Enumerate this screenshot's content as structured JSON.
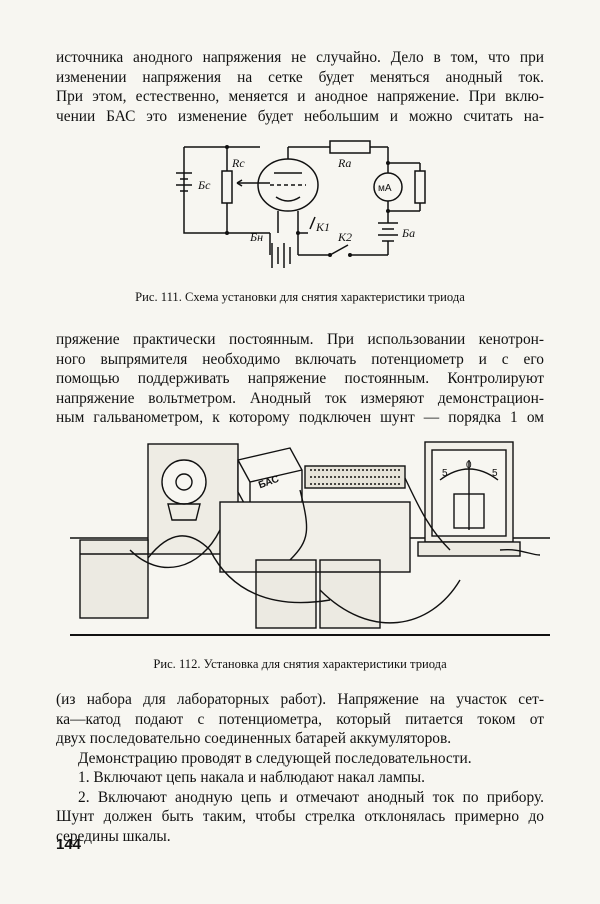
{
  "paragraph_top": [
    "источника анодного напряжения не случайно. Дело в том, что при",
    "изменении напряжения на сетке будет меняться анодный ток.",
    "При этом, естественно, меняется и анодное напряжение. При вклю-",
    "чении БАС это изменение будет небольшим и можно считать на-"
  ],
  "figure_111": {
    "labels": {
      "Bc": "Бс",
      "Rc": "Rс",
      "Ra": "Rа",
      "mA": "мА",
      "Ba": "Ба",
      "Bn": "Бн",
      "K1": "К1",
      "K2": "К2"
    },
    "caption": "Рис. 111. Схема установки для снятия характеристики триода"
  },
  "paragraph_middle": [
    "пряжение практически постоянным. При использовании кенотрон-",
    "ного выпрямителя необходимо включать потенциометр и с его",
    "помощью поддерживать напряжение постоянным. Контролируют",
    "напряжение вольтметром. Анодный ток измеряют демонстрацион-",
    "ным гальванометром, к которому подключен шунт — порядка 1 ом"
  ],
  "figure_112": {
    "labels": {
      "bas": "БАС",
      "scale_left": "5",
      "scale_mid": "0",
      "scale_right": "5"
    },
    "caption": "Рис. 112. Установка для снятия характеристики триода"
  },
  "paragraph_bottom": [
    "(из набора для лабораторных работ). Напряжение на участок сет-",
    "ка—катод подают с потенциометра, который питается током от",
    "двух последовательно соединенных батарей аккумуляторов.",
    "Демонстрацию проводят в следующей последовательности.",
    "1. Включают цепь накала и наблюдают накал лампы.",
    "2. Включают анодную цепь и отмечают анодный ток по прибору.",
    "Шунт должен быть таким, чтобы стрелка отклонялась примерно до",
    "середины шкалы."
  ],
  "page_number": "144"
}
